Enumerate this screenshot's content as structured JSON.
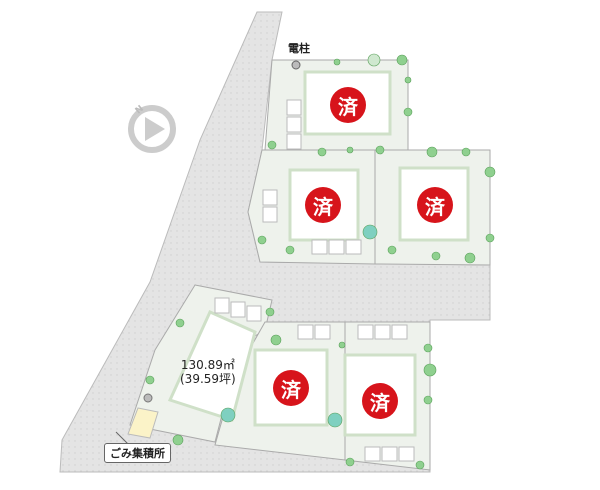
{
  "map": {
    "utility_pole_label": "電柱",
    "garbage_label": "ごみ集積所",
    "lot_area": "130.89㎡",
    "lot_area_tsubo": "(39.59坪)",
    "sold_mark": "済",
    "north_label": "N",
    "sold_lot_count": 5,
    "colors": {
      "sold": "#d7141b",
      "road": "#e6e6e6",
      "lot": "#eef2ec",
      "tree": "#7fc97f"
    }
  }
}
